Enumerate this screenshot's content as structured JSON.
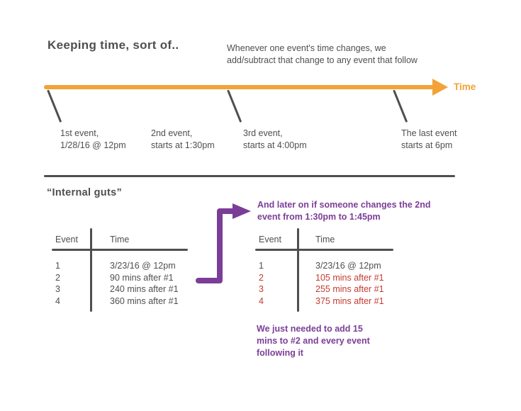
{
  "title": "Keeping time, sort of..",
  "intro": "Whenever one event's time changes, we\nadd/subtract that change to any event that follow",
  "timeline": {
    "axis_label": "Time",
    "events": [
      "1st event,\n1/28/16 @ 12pm",
      "2nd event,\nstarts at 1:30pm",
      "3rd event,\nstarts at 4:00pm",
      "The last event\nstarts at 6pm"
    ]
  },
  "guts": {
    "heading": "“Internal guts”",
    "before_table": {
      "event_header": "Event",
      "time_header": "Time",
      "rows": [
        {
          "event": "1",
          "time": "3/23/16 @ 12pm"
        },
        {
          "event": "2",
          "time": "90 mins after #1"
        },
        {
          "event": "3",
          "time": "240 mins after #1"
        },
        {
          "event": "4",
          "time": "360 mins after #1"
        }
      ]
    },
    "change_note": "And later on if someone changes the 2nd\nevent from 1:30pm to 1:45pm",
    "after_table": {
      "event_header": "Event",
      "time_header": "Time",
      "rows": [
        {
          "event": "1",
          "time": "3/23/16 @ 12pm",
          "changed": false
        },
        {
          "event": "2",
          "time": "105 mins after #1",
          "changed": true
        },
        {
          "event": "3",
          "time": "255 mins after #1",
          "changed": true
        },
        {
          "event": "4",
          "time": "375 mins after #1",
          "changed": true
        }
      ]
    },
    "addition_note": "We just needed to add 15\nmins to #2 and every event\nfollowing it"
  },
  "colors": {
    "timeline_orange": "#F2A237",
    "accent_purple": "#7B3E98",
    "changed_red": "#C43B2F",
    "text_gray": "#4F4F4F"
  }
}
